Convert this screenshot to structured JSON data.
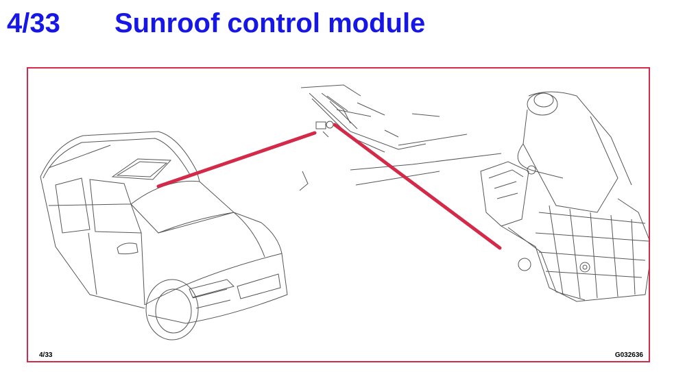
{
  "header": {
    "number": "4/33",
    "title": "Sunroof control module"
  },
  "figure": {
    "number_label": "4/33",
    "code": "G032636"
  },
  "colors": {
    "title": "#1616e6",
    "frame_border": "#d42a4a",
    "leader_lines": "#d42a4a",
    "line_art": "#4a4a4a"
  }
}
